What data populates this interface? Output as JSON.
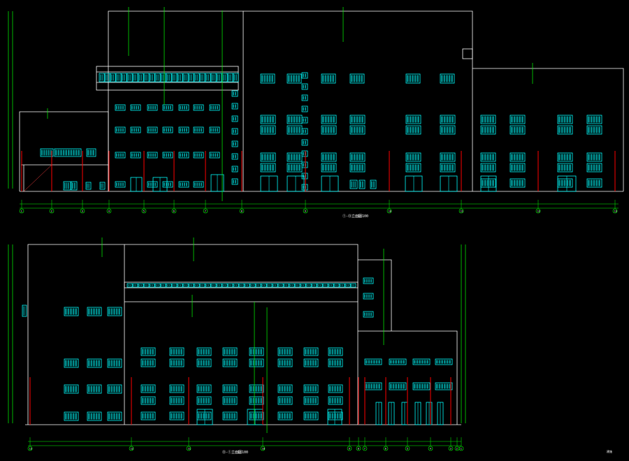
{
  "drawing": {
    "background": "#000000",
    "colors": {
      "outline": "#ffffff",
      "window": "#00ffff",
      "leader": "#00ff00",
      "column": "#ff0000",
      "text": "#ffffff"
    },
    "elevations": [
      {
        "id": "upper",
        "title": "①-⑬立面图",
        "scale": "1:100",
        "axes": [
          "1",
          "2",
          "3",
          "4",
          "5",
          "6",
          "7",
          "8",
          "9",
          "10",
          "11",
          "12",
          "13"
        ]
      },
      {
        "id": "lower",
        "title": "⑬-①立面图",
        "scale": "1:100",
        "axes": [
          "13",
          "12",
          "11",
          "10",
          "9",
          "8",
          "7",
          "6",
          "5",
          "4",
          "3",
          "2",
          "1"
        ]
      }
    ],
    "sheet_mark": "建施"
  }
}
